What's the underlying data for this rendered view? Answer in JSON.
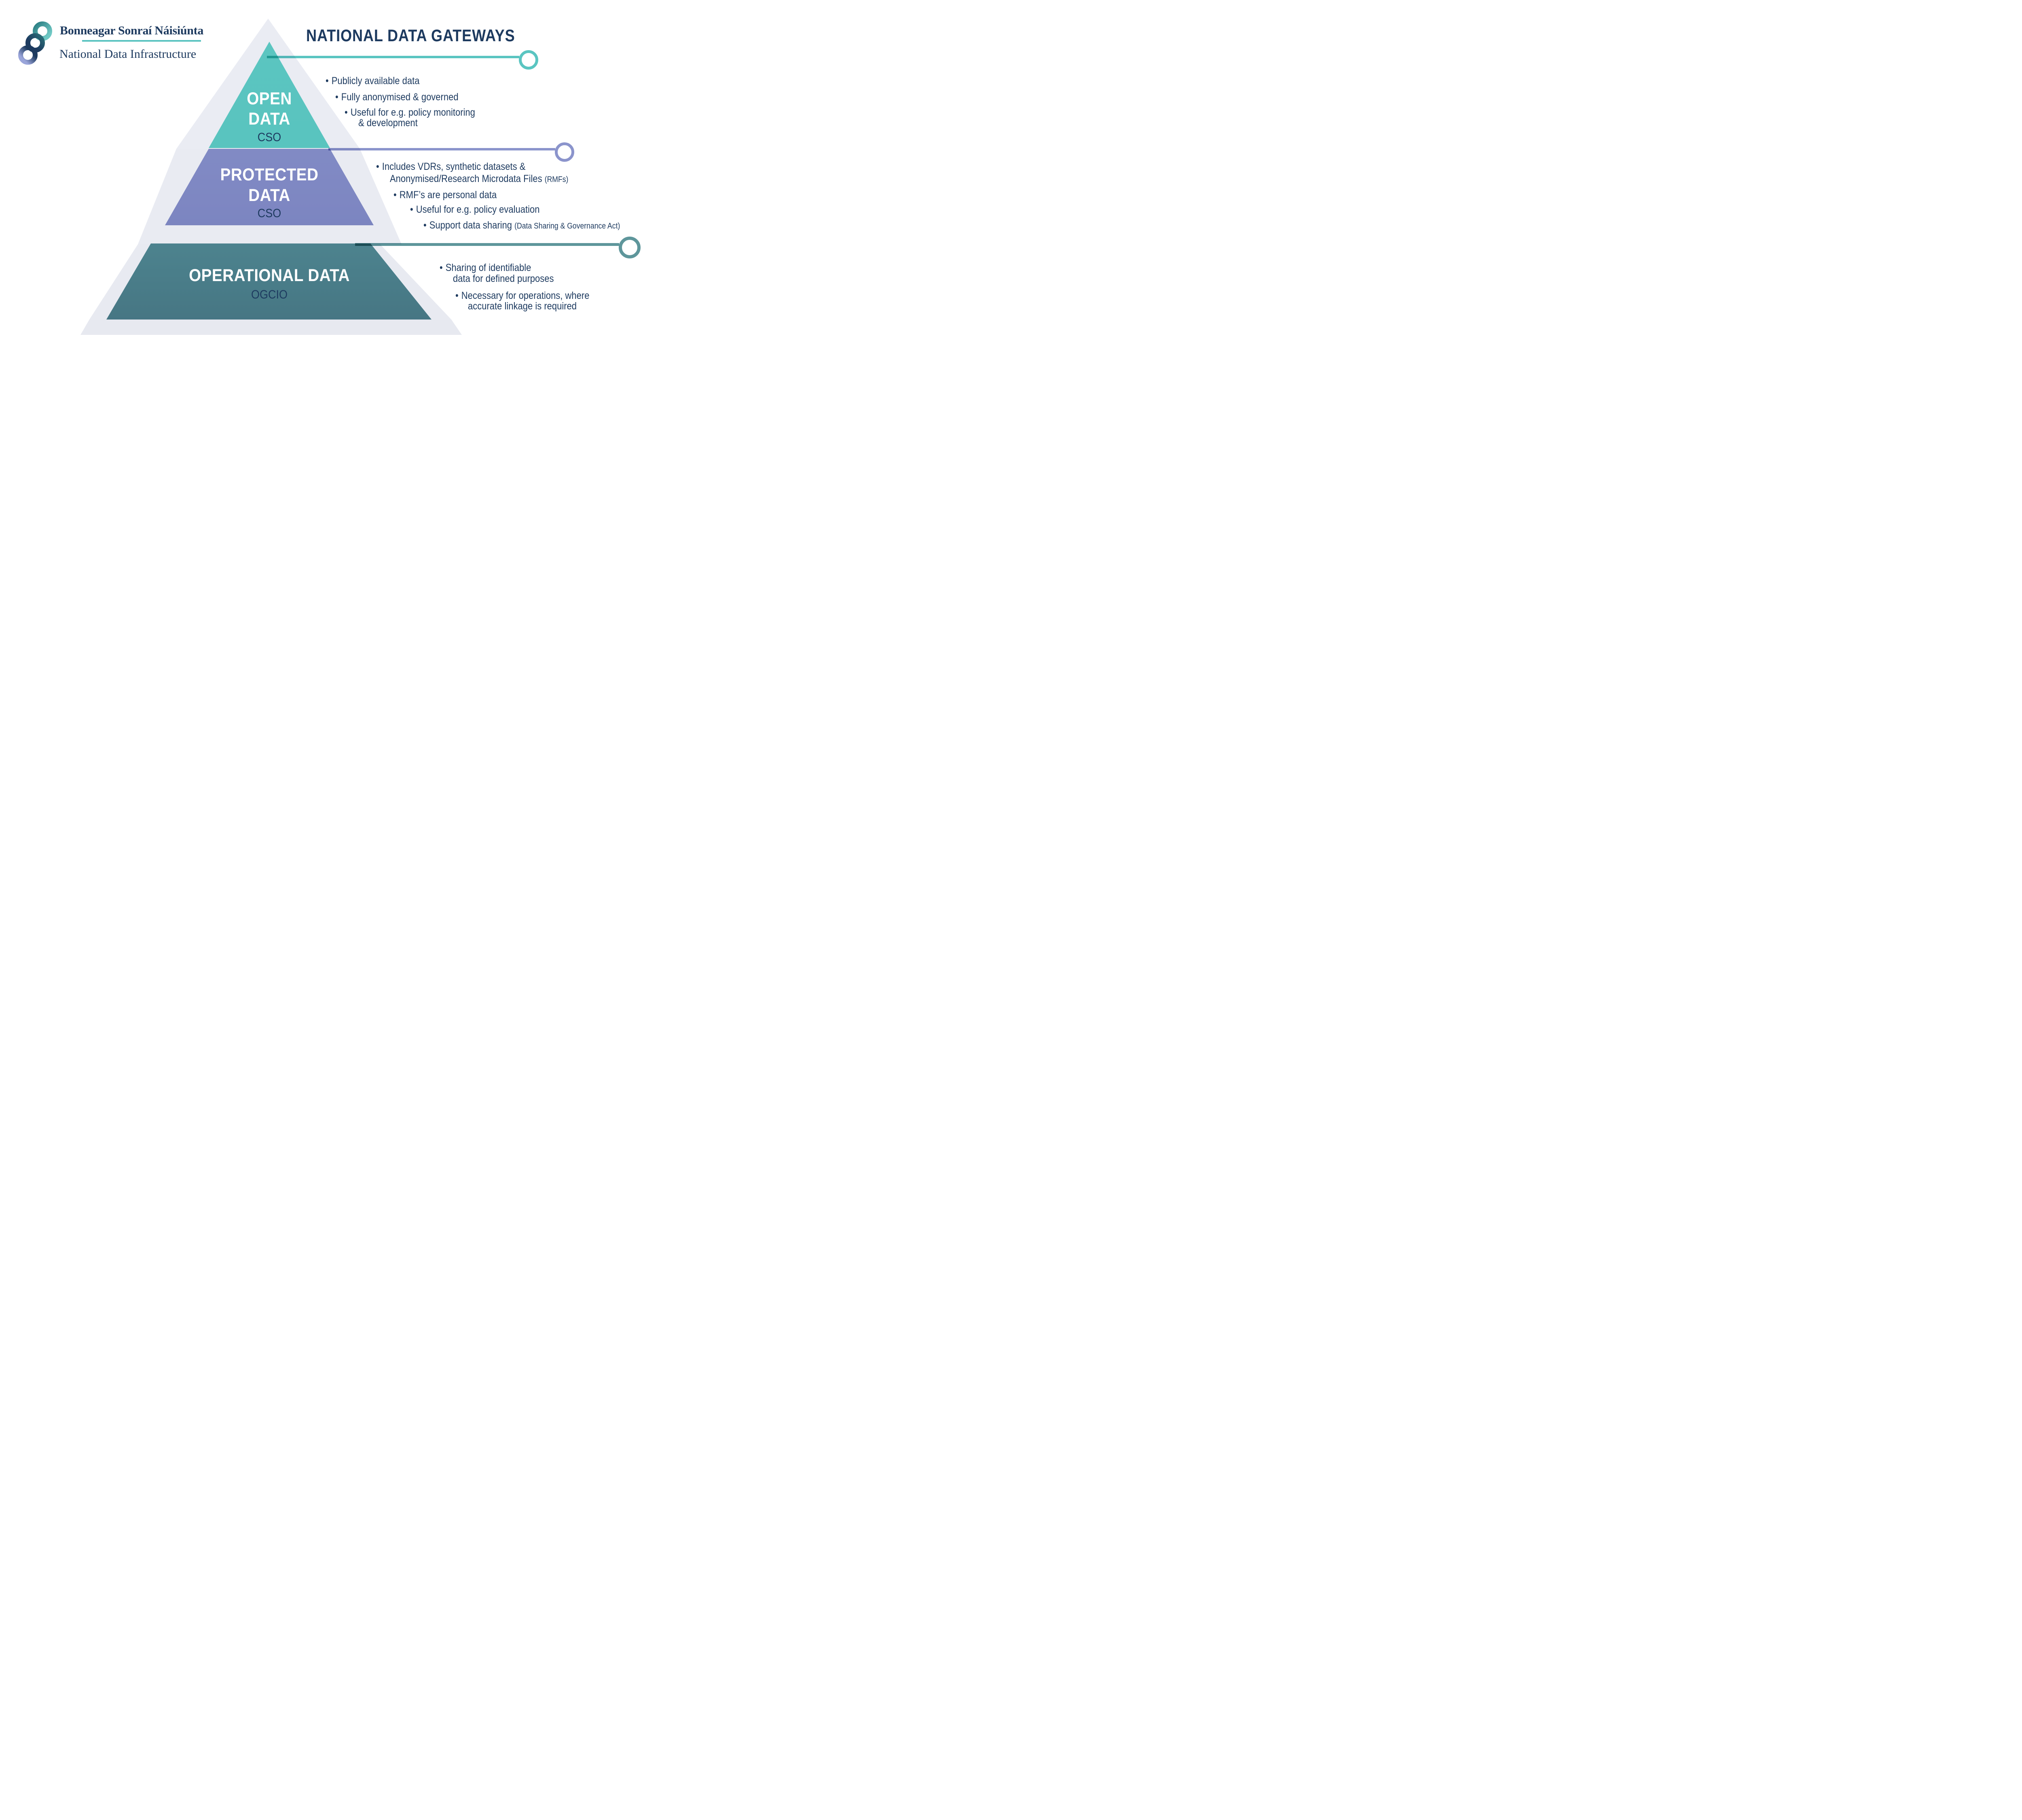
{
  "logo": {
    "title_irish": "Bonneagar Sonraí Náisiúnta",
    "title_english": "National Data Infrastructure"
  },
  "header": {
    "title": "NATIONAL DATA GATEWAYS"
  },
  "glyphs": {
    "bullet": "•"
  },
  "colors": {
    "navy": "#1d3a5f",
    "teal": "#58c2bf",
    "purple": "#8089c4",
    "dark_teal": "#4e868d",
    "gray": "#e9ebf2",
    "logo_teal_dark": "#2a7d82",
    "logo_teal_light": "#6fc8c4",
    "logo_navy": "#1d3a5f",
    "logo_periwinkle": "#9aa5da"
  },
  "pyramid": {
    "layers": [
      {
        "id": "open",
        "name_line1": "OPEN",
        "name_line2": "DATA",
        "org": "CSO"
      },
      {
        "id": "protected",
        "name_line1": "PROTECTED",
        "name_line2": "DATA",
        "org": "CSO"
      },
      {
        "id": "operational",
        "name": "OPERATIONAL DATA",
        "org": "OGCIO"
      }
    ]
  },
  "callouts": {
    "open": {
      "b1": "Publicly available data",
      "b2": "Fully anonymised & governed",
      "b3_l1": "Useful for e.g. policy monitoring",
      "b3_l2": "& development"
    },
    "protected": {
      "b1_l1": "Includes VDRs, synthetic datasets &",
      "b1_l2": "Anonymised/Research Microdata Files",
      "b1_l2_small": "(RMFs)",
      "b2": "RMF’s are personal data",
      "b3": "Useful for e.g. policy evaluation",
      "b4": "Support data sharing",
      "b4_small": "(Data Sharing & Governance Act)"
    },
    "operational": {
      "b1_l1": "Sharing of identifiable",
      "b1_l2": "data for defined purposes",
      "b2_l1": "Necessary for operations, where",
      "b2_l2": "accurate linkage is required"
    }
  }
}
